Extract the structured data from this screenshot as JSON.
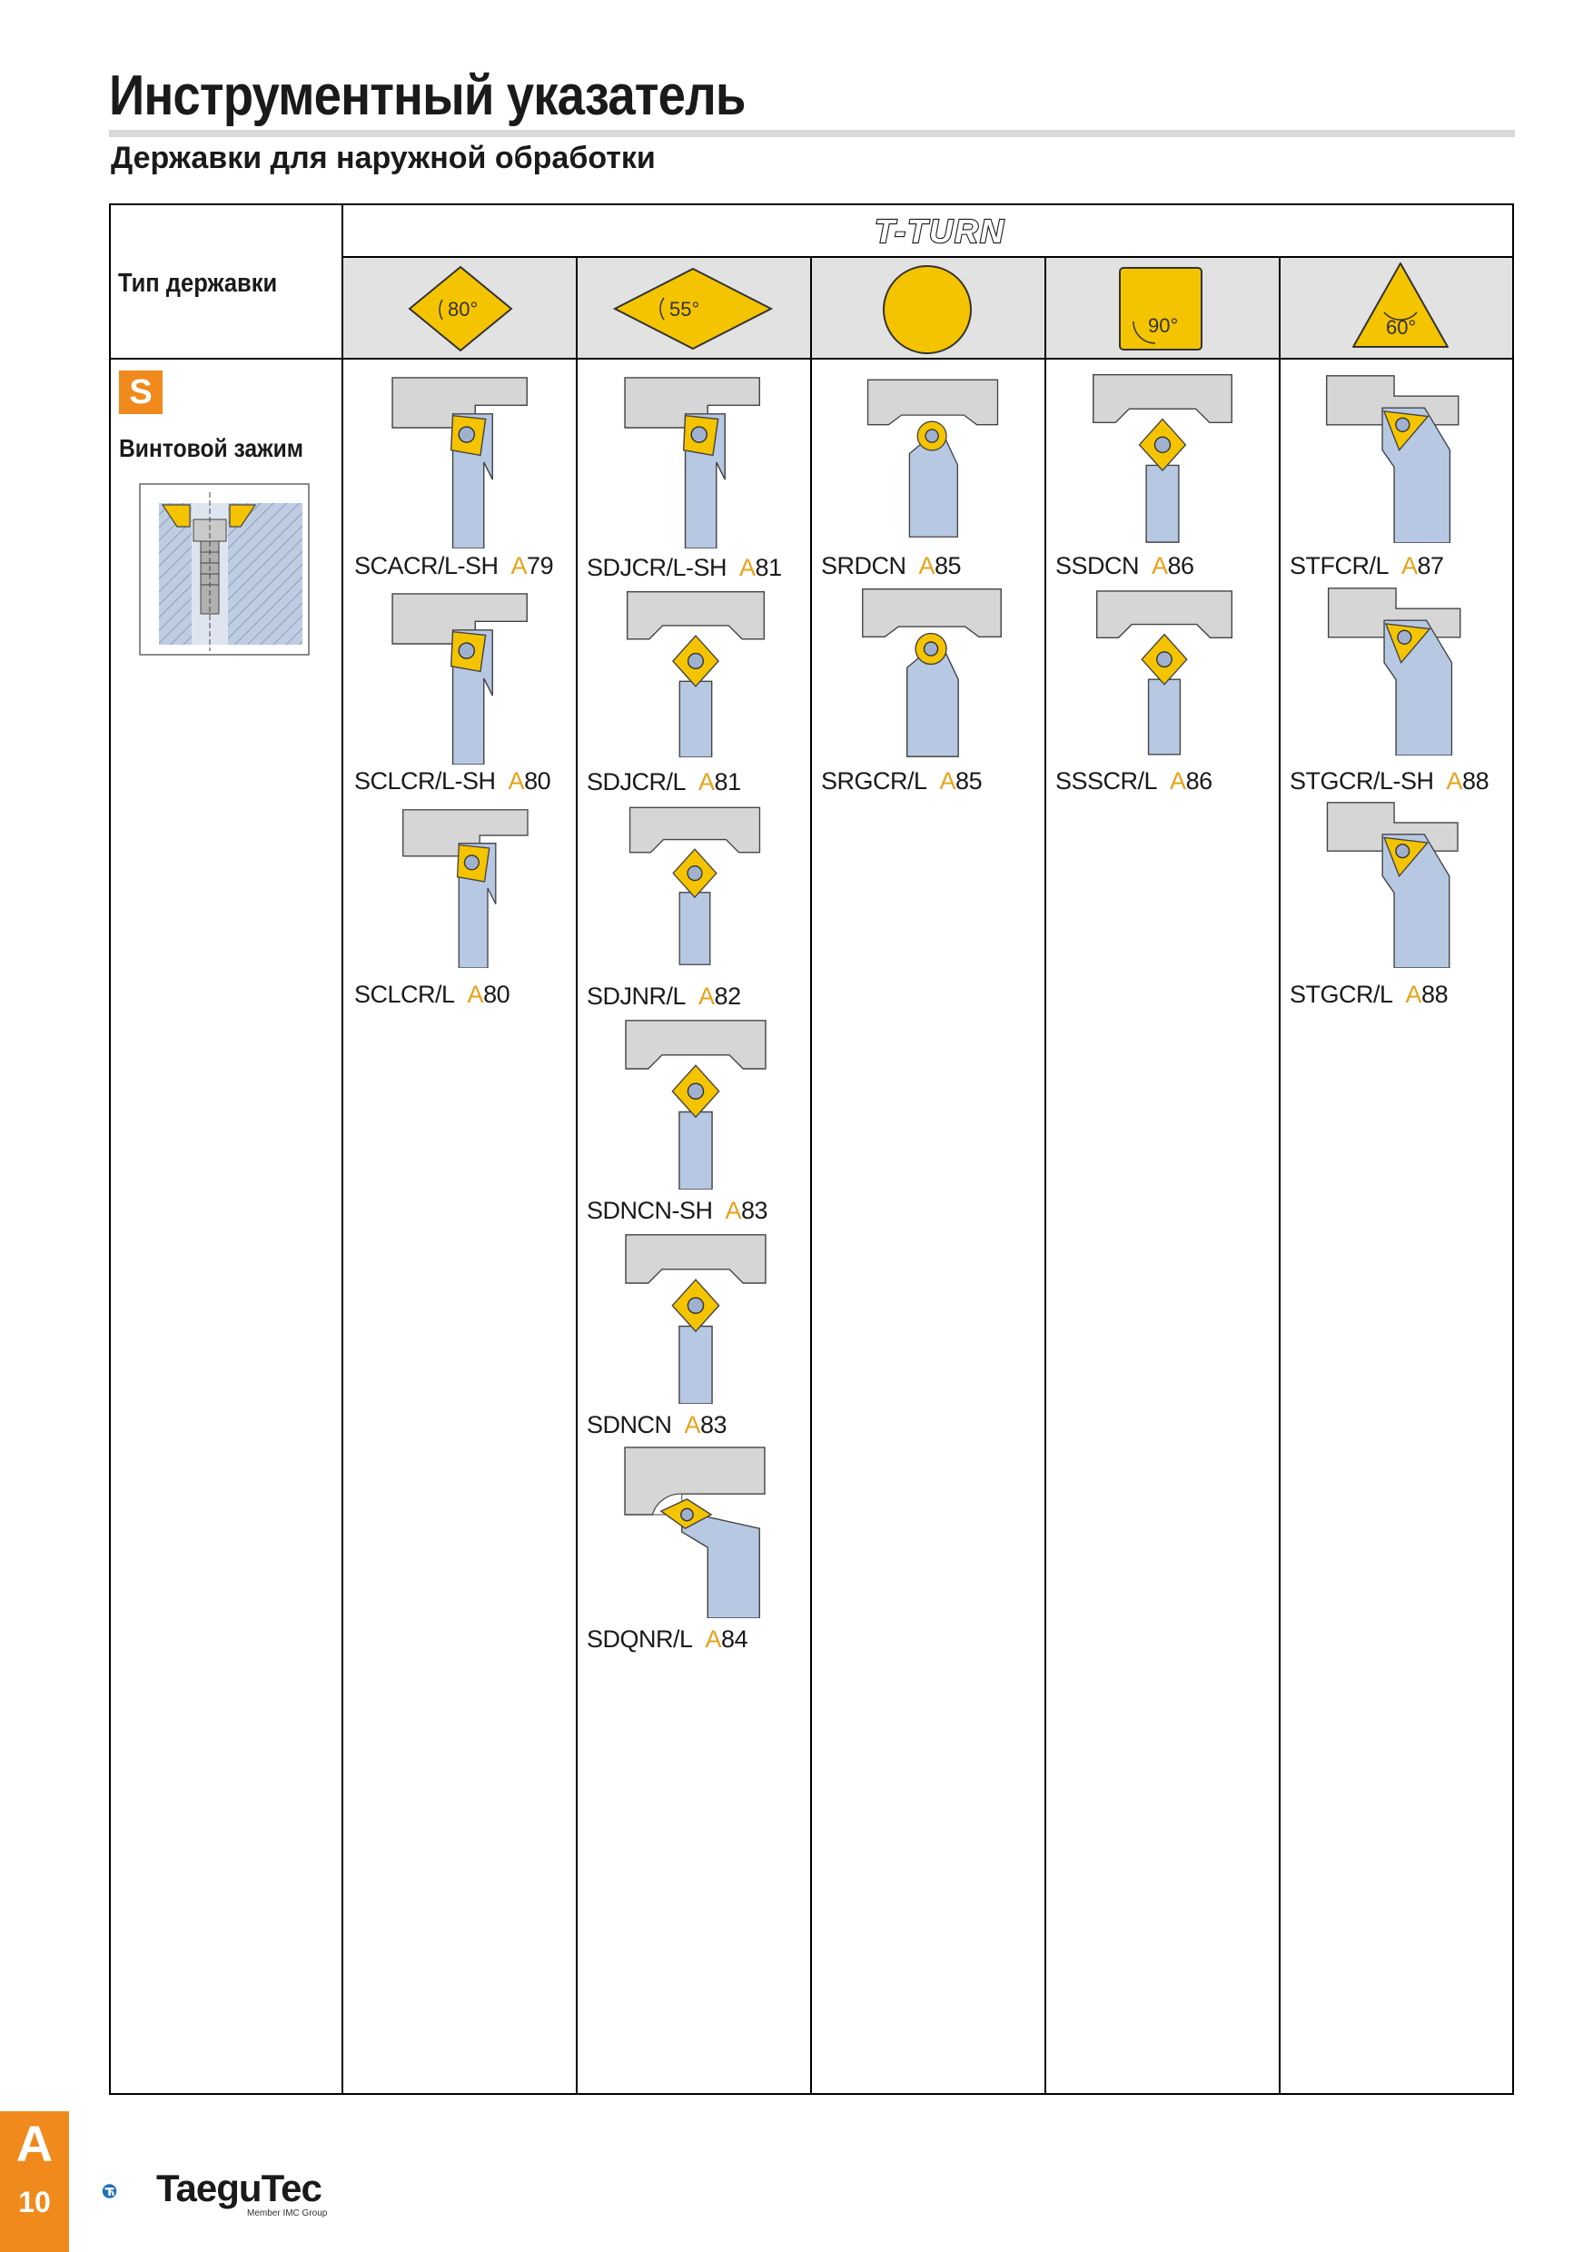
{
  "page": {
    "title": "Инструментный указатель",
    "subtitle": "Державки для наружной обработки"
  },
  "table": {
    "type_label": "Тип державки",
    "brand": "T-TURN",
    "insert_shapes": [
      {
        "name": "rhombic-80",
        "angle": "80°"
      },
      {
        "name": "rhombic-55",
        "angle": "55°"
      },
      {
        "name": "round",
        "angle": ""
      },
      {
        "name": "square-90",
        "angle": "90°"
      },
      {
        "name": "triangle-60",
        "angle": "60°"
      }
    ],
    "clamp": {
      "badge": "S",
      "label": "Винтовой зажим"
    },
    "columns": [
      {
        "items": [
          {
            "code": "SCACR/L-SH",
            "page_letter": "A",
            "page_num": "79"
          },
          {
            "code": "SCLCR/L-SH",
            "page_letter": "A",
            "page_num": "80"
          },
          {
            "code": "SCLCR/L",
            "page_letter": "A",
            "page_num": "80"
          }
        ]
      },
      {
        "items": [
          {
            "code": "SDJCR/L-SH",
            "page_letter": "A",
            "page_num": "81"
          },
          {
            "code": "SDJCR/L",
            "page_letter": "A",
            "page_num": "81"
          },
          {
            "code": "SDJNR/L",
            "page_letter": "A",
            "page_num": "82"
          },
          {
            "code": "SDNCN-SH",
            "page_letter": "A",
            "page_num": "83"
          },
          {
            "code": "SDNCN",
            "page_letter": "A",
            "page_num": "83"
          },
          {
            "code": "SDQNR/L",
            "page_letter": "A",
            "page_num": "84"
          }
        ]
      },
      {
        "items": [
          {
            "code": "SRDCN",
            "page_letter": "A",
            "page_num": "85"
          },
          {
            "code": "SRGCR/L",
            "page_letter": "A",
            "page_num": "85"
          }
        ]
      },
      {
        "items": [
          {
            "code": "SSDCN",
            "page_letter": "A",
            "page_num": "86"
          },
          {
            "code": "SSSCR/L",
            "page_letter": "A",
            "page_num": "86"
          }
        ]
      },
      {
        "items": [
          {
            "code": "STFCR/L",
            "page_letter": "A",
            "page_num": "87"
          },
          {
            "code": "STGCR/L-SH",
            "page_letter": "A",
            "page_num": "88"
          },
          {
            "code": "STGCR/L",
            "page_letter": "A",
            "page_num": "88"
          }
        ]
      }
    ]
  },
  "footer": {
    "section_letter": "A",
    "page_number": "10",
    "logo_name": "TaeguTec",
    "logo_sub": "Member IMC Group"
  },
  "colors": {
    "insert_yellow": "#f5c400",
    "holder_blue": "#b7c8e3",
    "workpiece_grey": "#d6d6d6",
    "accent_orange": "#f08a1c",
    "page_ref": "#e8a21a"
  }
}
